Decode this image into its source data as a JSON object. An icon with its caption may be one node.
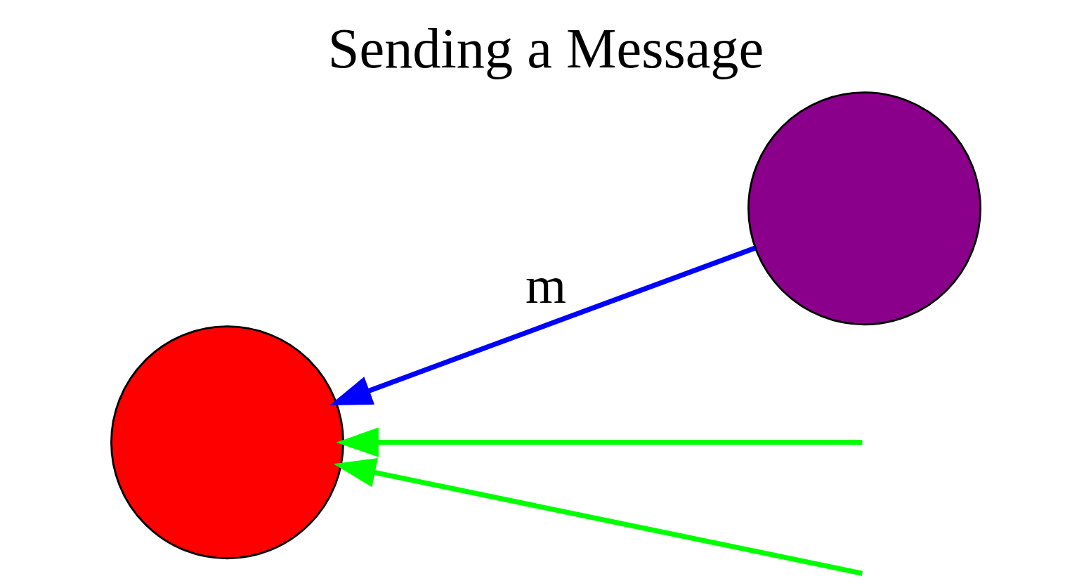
{
  "diagram": {
    "title": "Sending a Message",
    "nodes": [
      {
        "text": [],
        "shape": "circle"
      },
      {
        "text": [],
        "shape": "circle"
      }
    ],
    "edges": [
      {
        "from": null,
        "to": 0,
        "arrow": "to",
        "color": "#00ff00"
      },
      {
        "from": null,
        "to": 0,
        "arrow": "to",
        "color": "#00ff00"
      },
      {
        "from": 1,
        "to": 0,
        "arrow": "to",
        "label": "m",
        "color": "#0000ff"
      }
    ]
  }
}
